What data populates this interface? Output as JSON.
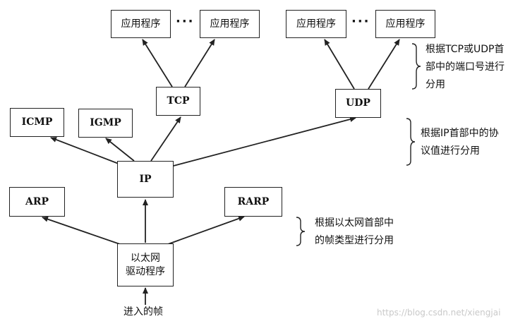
{
  "nodes": {
    "app1": "应用程序",
    "app2": "应用程序",
    "app3": "应用程序",
    "app4": "应用程序",
    "dots_left": "···",
    "dots_right": "···",
    "tcp": "TCP",
    "udp": "UDP",
    "icmp": "ICMP",
    "igmp": "IGMP",
    "ip": "IP",
    "arp": "ARP",
    "rarp": "RARP",
    "ethernet_driver": "以太网\n驱动程序",
    "incoming_frame": "进入的帧"
  },
  "notes": {
    "port_demux": "根据TCP或UDP首\n部中的端口号进行\n分用",
    "protocol_demux": "根据IP首部中的协\n议值进行分用",
    "frame_type_demux": "根据以太网首部中\n的帧类型进行分用"
  },
  "watermark": "https://blog.csdn.net/xiengjai",
  "colors": {
    "line": "#222222",
    "watermark": "#c9c9c9"
  }
}
